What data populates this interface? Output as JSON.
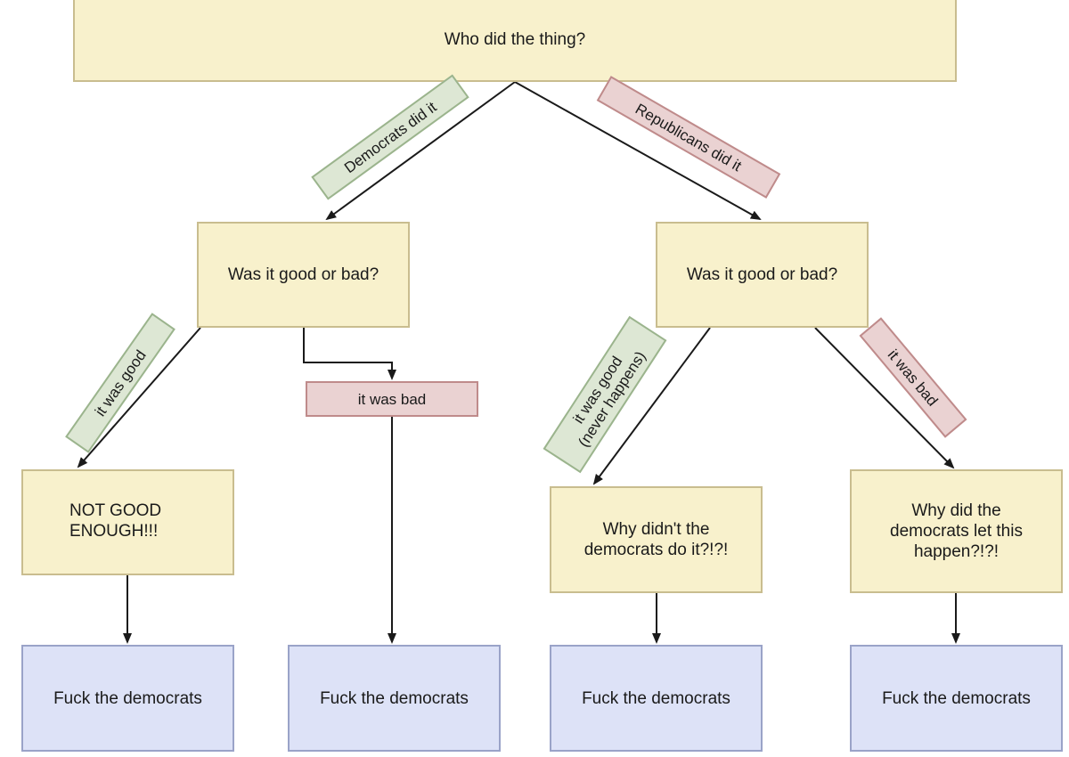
{
  "root": {
    "text": "Who did the thing?"
  },
  "edge_labels": {
    "democrats": "Democrats did it",
    "republicans": "Republicans did it",
    "left_good": "it was good",
    "left_bad": "it was bad",
    "right_good": "it was good\n(never happens)",
    "right_bad": "it was bad"
  },
  "questions": {
    "left": "Was it good or bad?",
    "right": "Was it good or bad?"
  },
  "reactions": {
    "not_good_enough": "NOT GOOD\nENOUGH!!!",
    "why_didnt": "Why didn't the\ndemocrats do it?!?!",
    "why_let": "Why did the\ndemocrats let this\nhappen?!?!"
  },
  "outcomes": [
    "Fuck the democrats",
    "Fuck the democrats",
    "Fuck the democrats",
    "Fuck the democrats"
  ],
  "colors": {
    "question_fill": "#f8f1cc",
    "outcome_fill": "#dde2f7",
    "yes_label": "#dde7d4",
    "no_label": "#ead2d2",
    "arrow": "#1a1a1a"
  }
}
